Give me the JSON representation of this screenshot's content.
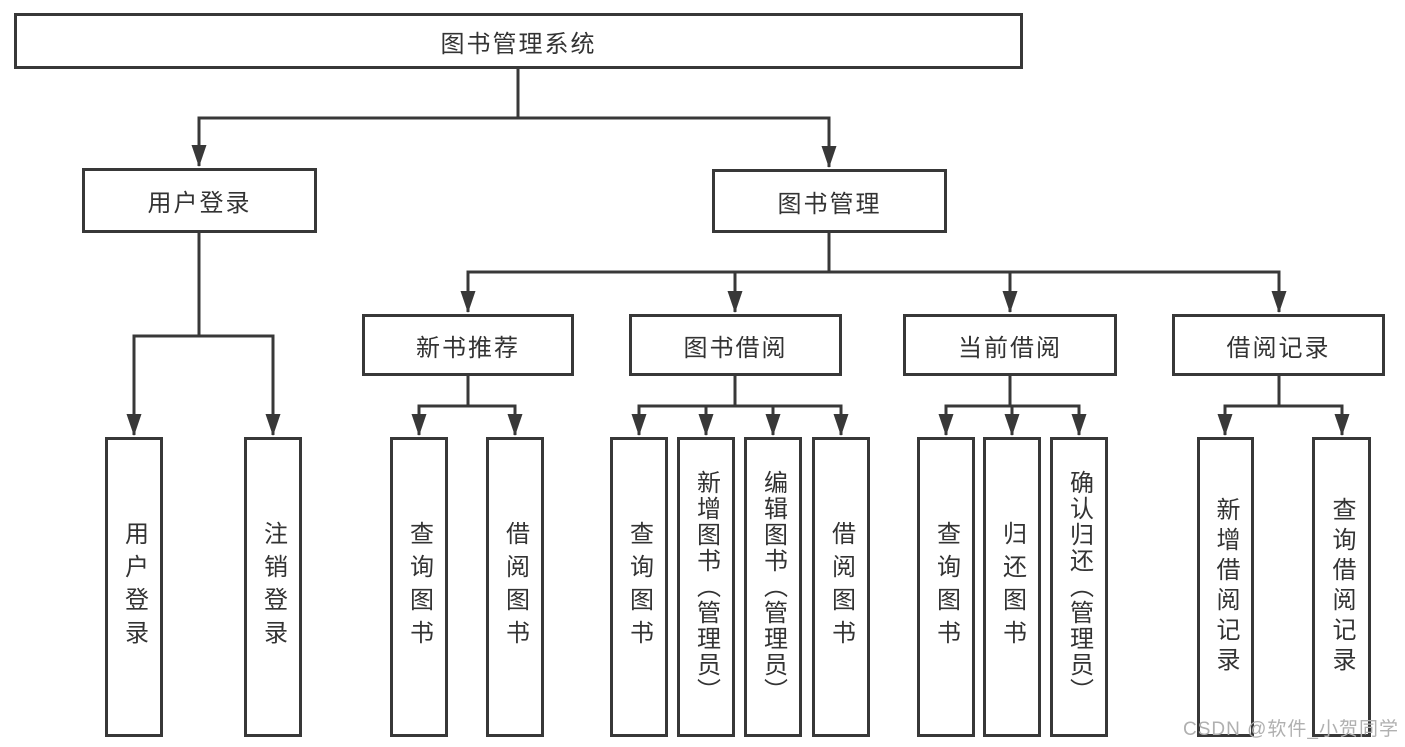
{
  "diagram_type": "function-structure-tree",
  "colors": {
    "line": "#383838",
    "box_border": "#383838",
    "text": "#333333",
    "watermark": "#b0b0b0",
    "background": "#ffffff"
  },
  "tree": {
    "label": "图书管理系统",
    "children": [
      {
        "label": "用户登录",
        "children": [
          {
            "label": "用户登录"
          },
          {
            "label": "注销登录"
          }
        ]
      },
      {
        "label": "图书管理",
        "children": [
          {
            "label": "新书推荐",
            "children": [
              {
                "label": "查询图书"
              },
              {
                "label": "借阅图书"
              }
            ]
          },
          {
            "label": "图书借阅",
            "children": [
              {
                "label": "查询图书"
              },
              {
                "label": "新增图书（管理员）"
              },
              {
                "label": "编辑图书（管理员）"
              },
              {
                "label": "借阅图书"
              }
            ]
          },
          {
            "label": "当前借阅",
            "children": [
              {
                "label": "查询图书"
              },
              {
                "label": "归还图书"
              },
              {
                "label": "确认归还（管理员）"
              }
            ]
          },
          {
            "label": "借阅记录",
            "children": [
              {
                "label": "新增借阅记录"
              },
              {
                "label": "查询借阅记录"
              }
            ]
          }
        ]
      }
    ]
  },
  "watermark": {
    "text": "CSDN @软件_小贺同学"
  }
}
